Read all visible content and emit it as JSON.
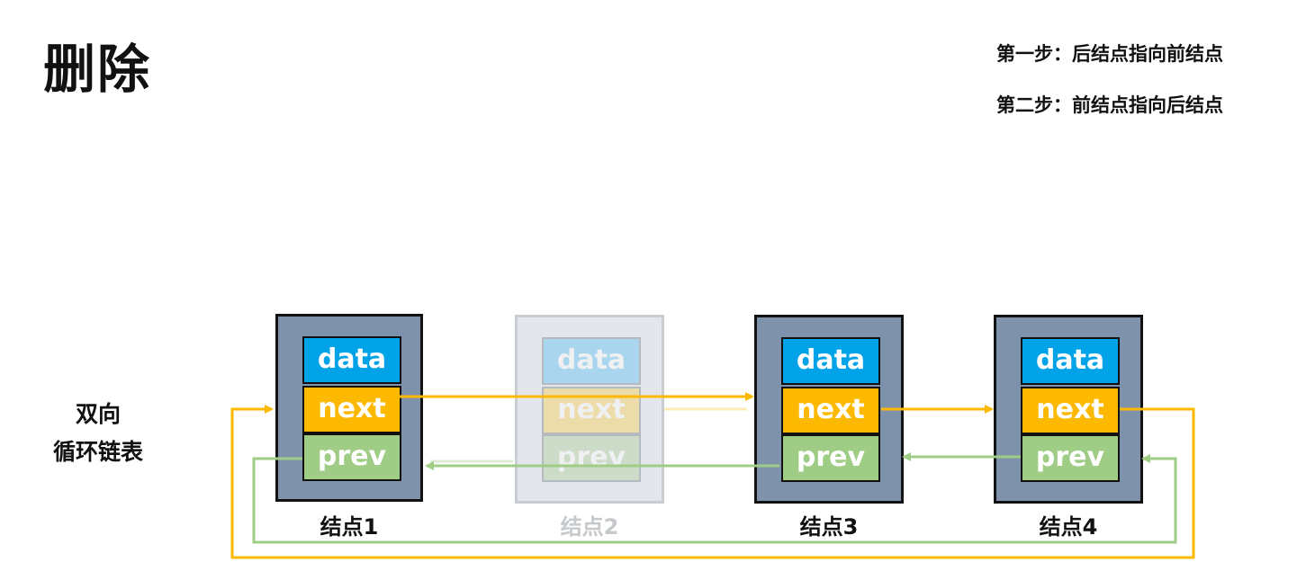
{
  "title": "删除",
  "steps": [
    "第一步：后结点指向前结点",
    "第二步：前结点指向后结点"
  ],
  "side_label": [
    "双向",
    "循环链表"
  ],
  "nodes": [
    {
      "label": "结点1",
      "data": "data",
      "next": "next",
      "prev": "prev",
      "removed": false
    },
    {
      "label": "结点2",
      "data": "data",
      "next": "next",
      "prev": "prev",
      "removed": true
    },
    {
      "label": "结点3",
      "data": "data",
      "next": "next",
      "prev": "prev",
      "removed": false
    },
    {
      "label": "结点4",
      "data": "data",
      "next": "next",
      "prev": "prev",
      "removed": false
    }
  ],
  "colors": {
    "next_arrow": "#fcb900",
    "prev_arrow": "#9fcd86",
    "node_bg": "#7f92ab",
    "data_field": "#00a2e8"
  }
}
